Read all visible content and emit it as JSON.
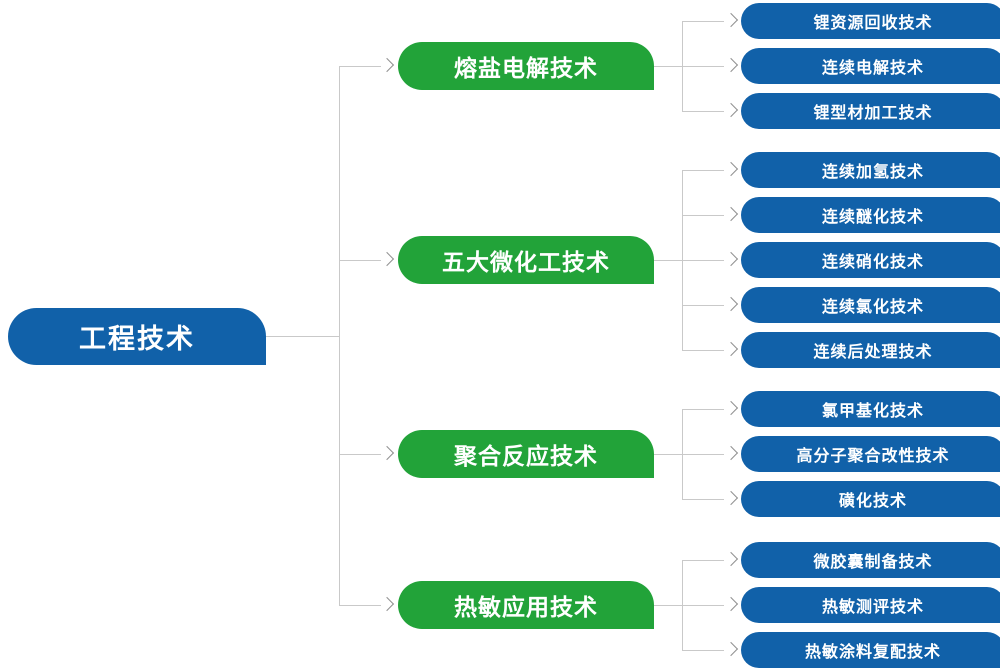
{
  "root": {
    "label": "工程技术"
  },
  "groups": [
    {
      "label": "熔盐电解技术",
      "children": [
        "锂资源回收技术",
        "连续电解技术",
        "锂型材加工技术"
      ]
    },
    {
      "label": "五大微化工技术",
      "children": [
        "连续加氢技术",
        "连续醚化技术",
        "连续硝化技术",
        "连续氯化技术",
        "连续后处理技术"
      ]
    },
    {
      "label": "聚合反应技术",
      "children": [
        "氯甲基化技术",
        "高分子聚合改性技术",
        "磺化技术"
      ]
    },
    {
      "label": "热敏应用技术",
      "children": [
        "微胶囊制备技术",
        "热敏测评技术",
        "热敏涂料复配技术"
      ]
    }
  ],
  "colors": {
    "node_blue": "#1161a9",
    "node_green": "#22a339",
    "connector_gray": "#c9c9c9",
    "chevron_gray": "#8f8f8f",
    "text_white": "#ffffff"
  },
  "icons": {
    "chevron_right": "›"
  }
}
